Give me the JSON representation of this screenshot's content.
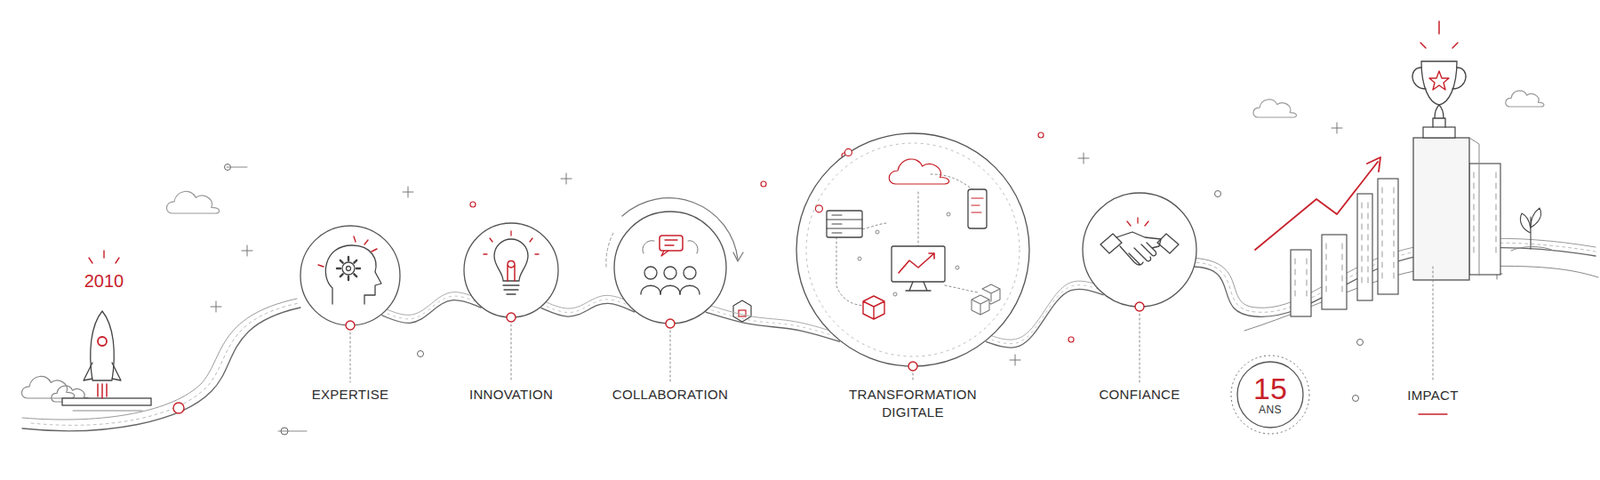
{
  "diagram": {
    "nodes": [
      {
        "text": [
          "EXPERTISE"
        ]
      },
      {
        "text": [
          "INNOVATION"
        ]
      },
      {
        "text": [
          "COLLABORATION"
        ]
      },
      {
        "text": [
          "TRANSFORMATION DIGITALE"
        ]
      },
      {
        "text": [
          "CONFIANCE"
        ]
      },
      {
        "text": [
          "15",
          "ANS"
        ]
      }
    ],
    "edges": [
      {
        "from": 0,
        "to": 1,
        "arrow": "none"
      },
      {
        "from": 1,
        "to": 2,
        "arrow": "none"
      },
      {
        "from": 2,
        "to": 3,
        "arrow": "none"
      },
      {
        "from": 3,
        "to": 4,
        "arrow": "none"
      }
    ],
    "labels": [
      "2010",
      "IMPACT"
    ]
  }
}
